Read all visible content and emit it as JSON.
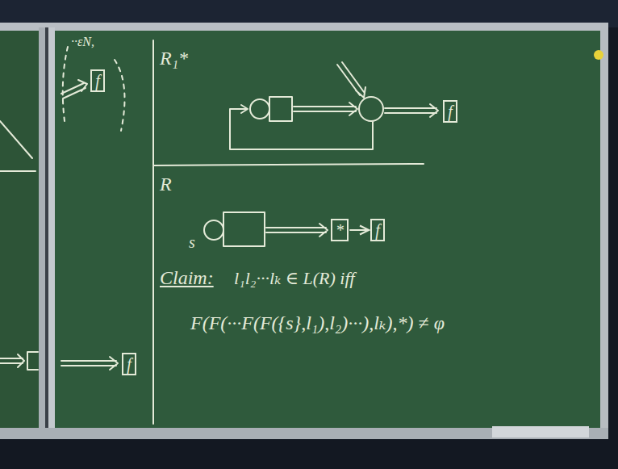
{
  "diagram": {
    "nodes": [
      {
        "text": [
          "f"
        ]
      },
      {
        "text": [
          "f"
        ]
      },
      {
        "text": [
          "*"
        ]
      },
      {
        "text": [
          "f"
        ]
      },
      {
        "text": [
          "f"
        ]
      }
    ],
    "edges": [
      {
        "from": 2,
        "to": 3,
        "arrow": "to"
      }
    ],
    "labels": [
      "··εN,",
      "R₁*",
      "R",
      "s",
      "Claim:",
      "l₁l₂···lₖ ∈ L(R) iff",
      "F(F(···F(F({s},l₁),l₂)···),lₖ),*) ≠ φ"
    ]
  }
}
